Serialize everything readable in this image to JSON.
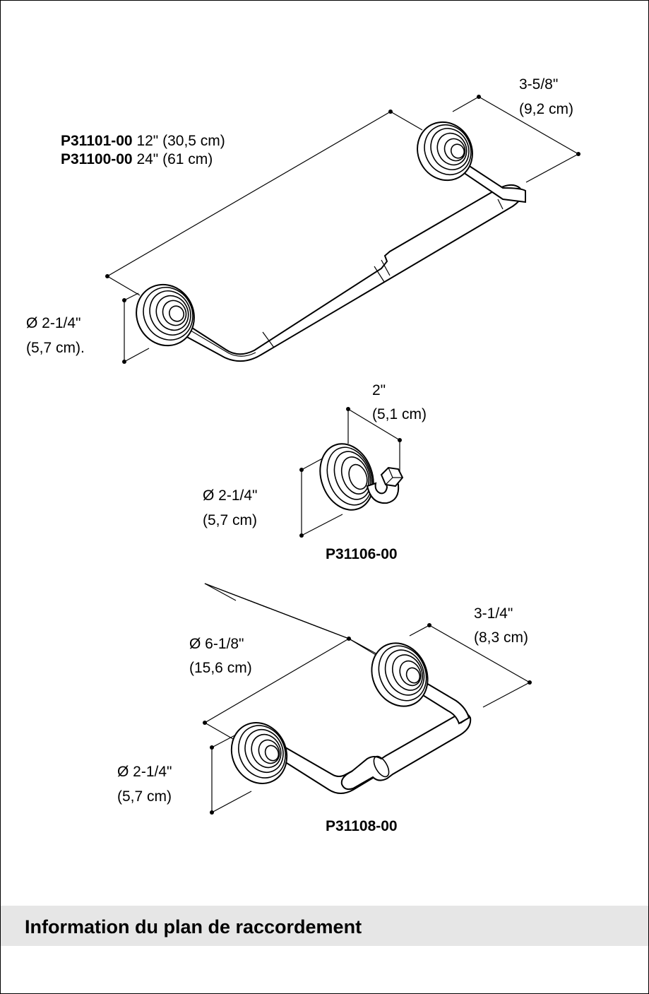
{
  "towel_bar": {
    "models": [
      {
        "model": "P31101-00",
        "size": "12\" (30,5 cm)"
      },
      {
        "model": "P31100-00",
        "size": "24\" (61 cm)"
      }
    ],
    "depth_line1": "3-5/8\"",
    "depth_line2": "(9,2 cm)",
    "diameter_line1": "Ø 2-1/4\"",
    "diameter_line2": "(5,7 cm)."
  },
  "hook": {
    "depth_line1": "2\"",
    "depth_line2": "(5,1 cm)",
    "diameter_line1": "Ø 2-1/4\"",
    "diameter_line2": "(5,7 cm)",
    "model": "P31106-00"
  },
  "paper_holder": {
    "depth_line1": "3-1/4\"",
    "depth_line2": "(8,3 cm)",
    "width_line1": "Ø 6-1/8\"",
    "width_line2": "(15,6 cm)",
    "diameter_line1": "Ø 2-1/4\"",
    "diameter_line2": "(5,7 cm)",
    "model": "P31108-00"
  },
  "section": {
    "title": "Information du plan de raccordement"
  }
}
